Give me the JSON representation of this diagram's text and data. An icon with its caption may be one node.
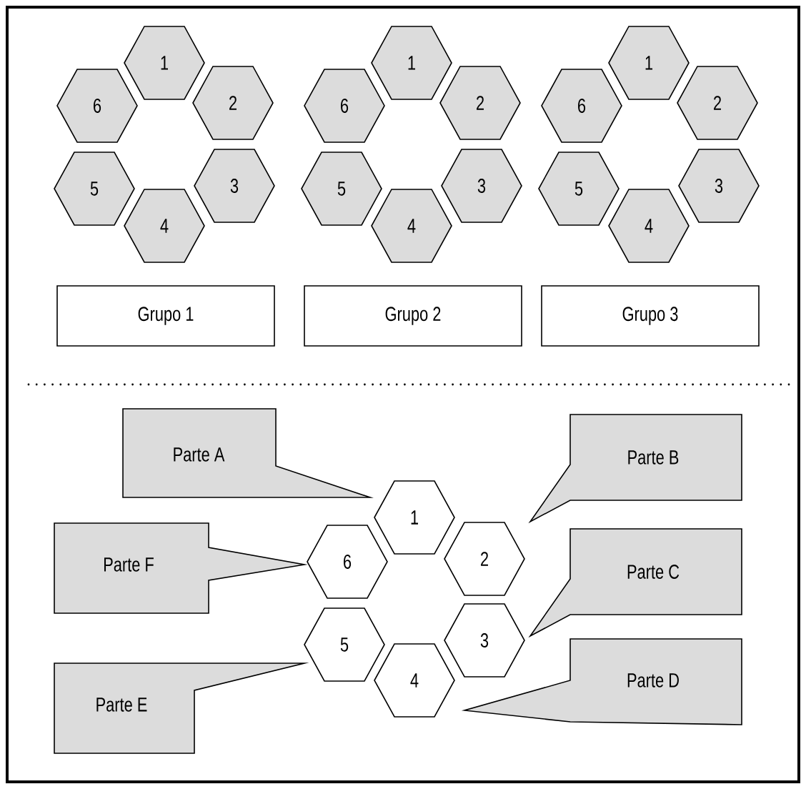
{
  "diagram": {
    "nodes": [
      {
        "text": [
          "1"
        ]
      },
      {
        "text": [
          "2"
        ]
      },
      {
        "text": [
          "3"
        ]
      },
      {
        "text": [
          "4"
        ]
      },
      {
        "text": [
          "5"
        ]
      },
      {
        "text": [
          "6"
        ]
      },
      {
        "text": [
          "Grupo 1"
        ]
      },
      {
        "text": [
          "1"
        ]
      },
      {
        "text": [
          "2"
        ]
      },
      {
        "text": [
          "3"
        ]
      },
      {
        "text": [
          "4"
        ]
      },
      {
        "text": [
          "5"
        ]
      },
      {
        "text": [
          "6"
        ]
      },
      {
        "text": [
          "Grupo 2"
        ]
      },
      {
        "text": [
          "1"
        ]
      },
      {
        "text": [
          "2"
        ]
      },
      {
        "text": [
          "3"
        ]
      },
      {
        "text": [
          "4"
        ]
      },
      {
        "text": [
          "5"
        ]
      },
      {
        "text": [
          "6"
        ]
      },
      {
        "text": [
          "Grupo 3"
        ]
      },
      {
        "text": [
          "Parte A"
        ]
      },
      {
        "text": [
          "Parte B"
        ]
      },
      {
        "text": [
          "Parte F"
        ]
      },
      {
        "text": [
          "Parte C"
        ]
      },
      {
        "text": [
          "Parte E"
        ]
      },
      {
        "text": [
          "Parte D"
        ]
      },
      {
        "text": [
          "1"
        ]
      },
      {
        "text": [
          "2"
        ]
      },
      {
        "text": [
          "3"
        ]
      },
      {
        "text": [
          "4"
        ]
      },
      {
        "text": [
          "5"
        ]
      },
      {
        "text": [
          "6"
        ]
      }
    ]
  }
}
